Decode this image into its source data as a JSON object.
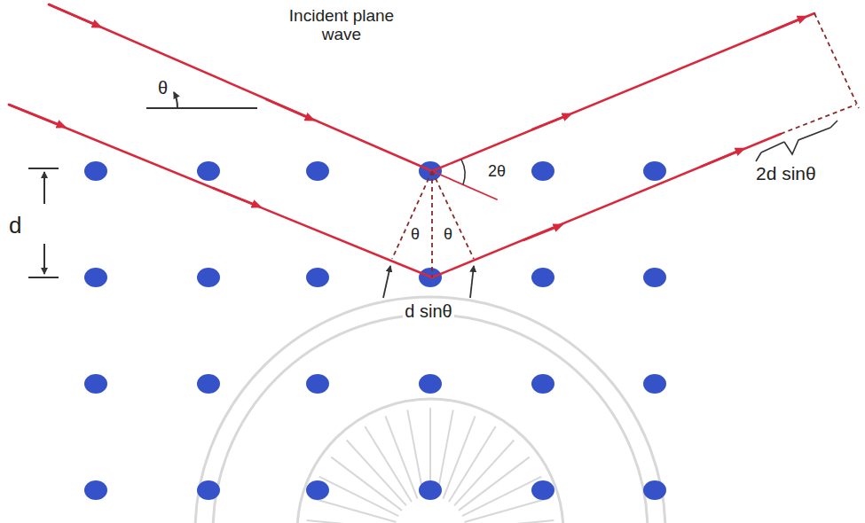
{
  "diagram": {
    "labels": [
      "Incident plane wave",
      "θ",
      "2θ",
      "d",
      "θ",
      "θ",
      "d sinθ",
      "2d sinθ"
    ]
  }
}
